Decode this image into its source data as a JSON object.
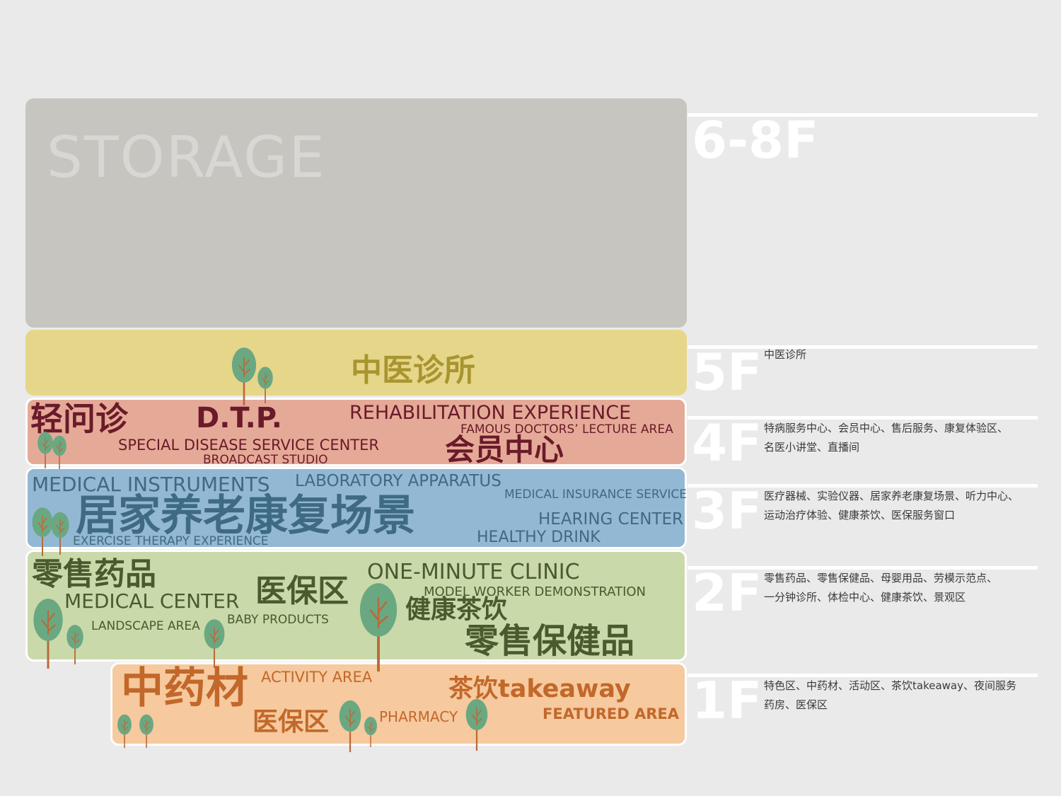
{
  "floors": [
    {
      "label": "6-8F",
      "description": ""
    },
    {
      "label": "5F",
      "description": "中医诊所"
    },
    {
      "label": "4F",
      "description": "特病服务中心、会员中心、售后服务、康复体验区、\n名医小讲堂、直播间"
    },
    {
      "label": "3F",
      "description": "医疗器械、实验仪器、居家养老康复场景、听力中心、\n运动治疗体验、健康茶饮、医保服务窗口"
    },
    {
      "label": "2F",
      "description": "零售药品、零售保健品、母婴用品、劳模示范点、\n一分钟诊所、体检中心、健康茶饮、景观区"
    },
    {
      "label": "1F",
      "description": "特色区、中药材、活动区、茶饮takeaway、夜间服务\n药房、医保区"
    }
  ],
  "f68": {
    "storage": "STORAGE"
  },
  "f5": {
    "tcm_clinic": "中医诊所"
  },
  "f4": {
    "light_consult": "轻问诊",
    "dtp": "D.T.P.",
    "rehab": "REHABILITATION EXPERIENCE",
    "lecture": "FAMOUS DOCTORS’ LECTURE AREA",
    "special": "SPECIAL DISEASE SERVICE CENTER",
    "broadcast": "BROADCAST STUDIO",
    "member": "会员中心"
  },
  "f3": {
    "instruments": "MEDICAL INSTRUMENTS",
    "lab": "LABORATORY APPARATUS",
    "insurance": "MEDICAL INSURANCE SERVICE",
    "elderly": "居家养老康复场景",
    "hearing": "HEARING CENTER",
    "drink": "HEALTHY DRINK",
    "exercise": "EXERCISE THERAPY EXPERIENCE"
  },
  "f2": {
    "retail_drugs": "零售药品",
    "clinic": "ONE-MINUTE CLINIC",
    "model": "MODEL WORKER DEMONSTRATION",
    "medical_center": "MEDICAL CENTER",
    "insurance_zone": "医保区",
    "tea": "健康茶饮",
    "landscape": "LANDSCAPE AREA",
    "baby": "BABY PRODUCTS",
    "supplements": "零售保健品"
  },
  "f1": {
    "herbs": "中药材",
    "activity": "ACTIVITY AREA",
    "tea_takeaway": "茶饮takeaway",
    "featured": "FEATURED AREA",
    "insurance_zone": "医保区",
    "pharmacy": "PHARMACY"
  },
  "colors": {
    "storage": "#c6c5c0",
    "f5": "#e6d68a",
    "f4": "#e5aa97",
    "f3": "#93b8d4",
    "f2": "#cad9a9",
    "f1": "#f6c99e",
    "tree": "#6aa882",
    "trunk": "#b86a3a"
  }
}
